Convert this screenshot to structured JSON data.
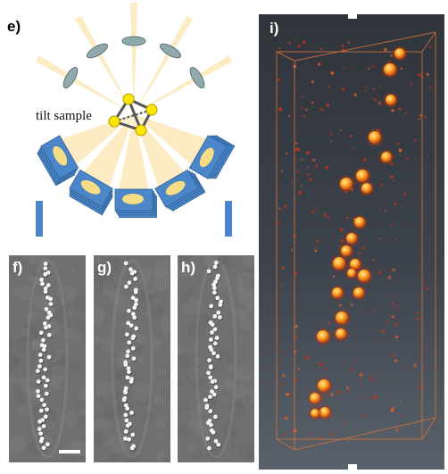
{
  "panels": {
    "e": {
      "label": "e)",
      "annotation": "tilt sample"
    },
    "f": {
      "label": "f)"
    },
    "g": {
      "label": "g)"
    },
    "h": {
      "label": "h)"
    },
    "i": {
      "label": "i)"
    }
  },
  "colors": {
    "beam": "#fbe7b8",
    "lens": "#8fa9ad",
    "detector": "#4a86c8",
    "detector_window": "#f6dc84",
    "particle": "#ffe600",
    "micrograph_bg": "#6f6f6f",
    "volume_bg": "#3a3f47",
    "volume_edge": "#e07a3a",
    "particle_hot": "#ffb030"
  }
}
